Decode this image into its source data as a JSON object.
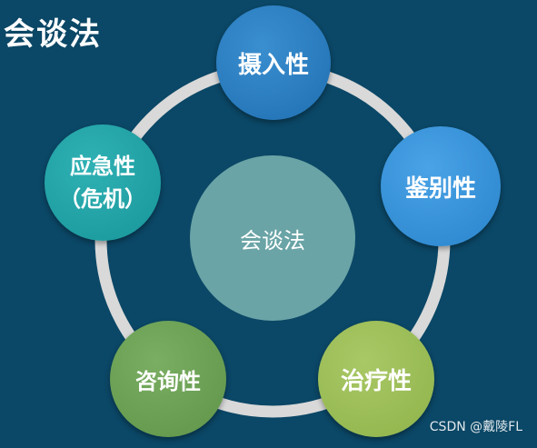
{
  "title": "会谈法",
  "center": "会谈法",
  "nodes": {
    "top": "摄入性",
    "right": "鉴别性",
    "bottom_right": "治疗性",
    "bottom_left": "咨询性",
    "left_line1": "应急性",
    "left_line2": "（危机）"
  },
  "watermark": "CSDN @戴陵FL",
  "colors": {
    "background": "#0b4766",
    "ring": "#d9d9d9",
    "center": "#6aa4a6",
    "top": "#2a7dc0",
    "right": "#3b95dc",
    "bottom_right": "#9cbe57",
    "bottom_left": "#6aa156",
    "left": "#22a3a6"
  }
}
